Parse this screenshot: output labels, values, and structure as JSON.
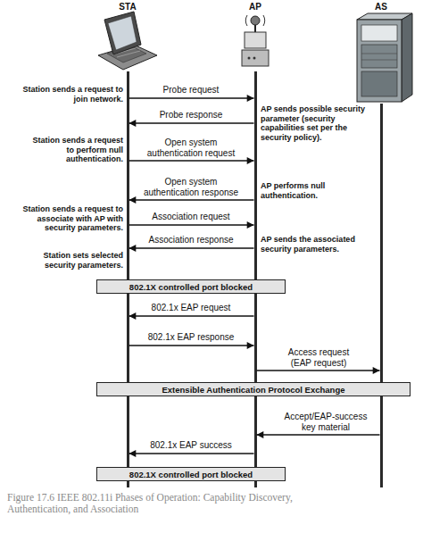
{
  "diagram": {
    "caption": "Figure 17.6 IEEE 802.11i Phases of Operation: Capability Discovery, Authentication, and Association",
    "nodes": [
      {
        "text": [
          "STA"
        ]
      },
      {
        "text": [
          "AP"
        ]
      },
      {
        "text": [
          "AS"
        ]
      },
      {
        "text": [
          "802.1X controlled port blocked"
        ]
      },
      {
        "text": [
          "Extensible Authentication Protocol Exchange"
        ]
      },
      {
        "text": [
          "802.1X controlled port blocked"
        ]
      }
    ],
    "edges": [
      {
        "from": 0,
        "to": 1,
        "label": "Probe request",
        "arrow": "to"
      },
      {
        "from": 1,
        "to": 0,
        "label": "Probe response",
        "arrow": "to"
      },
      {
        "from": 0,
        "to": 1,
        "label": "Open system authentication request",
        "arrow": "to"
      },
      {
        "from": 1,
        "to": 0,
        "label": "Open system authentication response",
        "arrow": "to"
      },
      {
        "from": 0,
        "to": 1,
        "label": "Association request",
        "arrow": "to"
      },
      {
        "from": 1,
        "to": 0,
        "label": "Association response",
        "arrow": "to"
      },
      {
        "from": 1,
        "to": 0,
        "label": "802.1x EAP request",
        "arrow": "to"
      },
      {
        "from": 0,
        "to": 1,
        "label": "802.1x EAP response",
        "arrow": "to"
      },
      {
        "from": 1,
        "to": 2,
        "label": "Access request (EAP request)",
        "arrow": "to"
      },
      {
        "from": 2,
        "to": 1,
        "label": "Accept/EAP-success key material",
        "arrow": "to"
      },
      {
        "from": 1,
        "to": 0,
        "label": "802.1x EAP success",
        "arrow": "to"
      }
    ],
    "labels": [
      "Station sends a request to join network.",
      "AP sends possible security parameter (security capabilities set per the security policy).",
      "Station sends a request to perform null authentication.",
      "AP performs null authentication.",
      "Station sends a request to associate with AP with security parameters.",
      "AP sends the associated security parameters.",
      "Station sets selected security parameters."
    ]
  }
}
